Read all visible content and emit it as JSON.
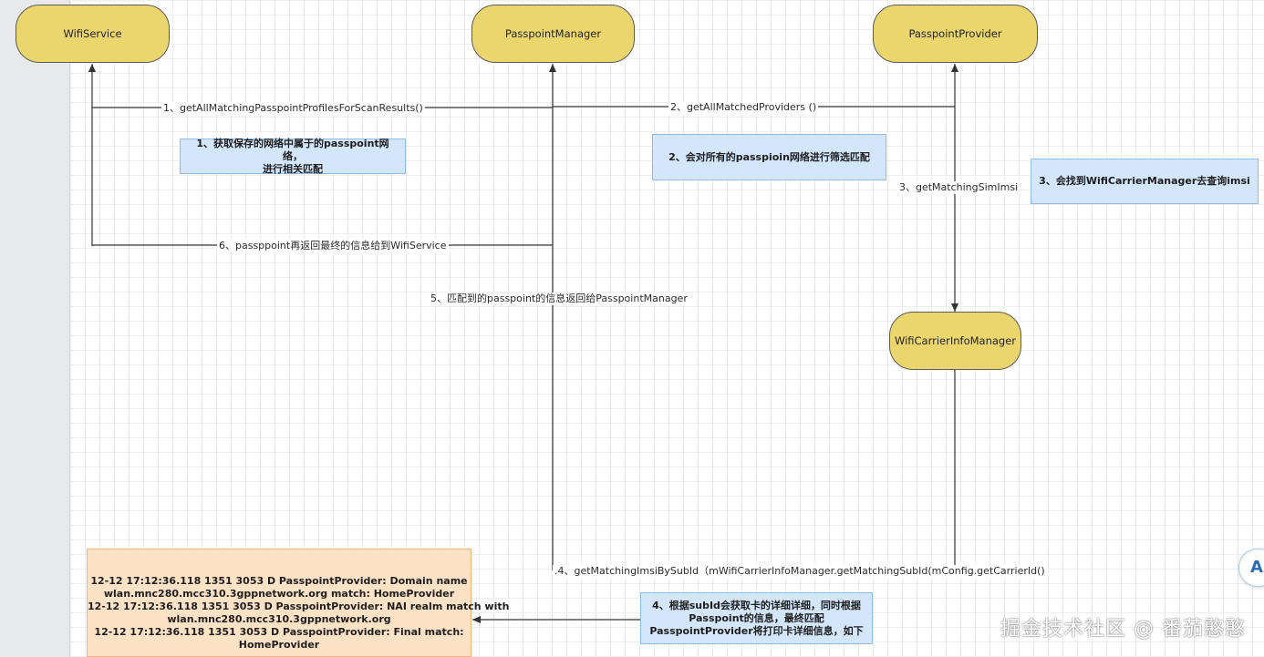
{
  "nodes": {
    "wifi_service": "WifiService",
    "passpoint_manager": "PasspointManager",
    "passpoint_provider": "PasspointProvider",
    "wifi_carrier_info_manager": "WifiCarrierInfoManager"
  },
  "edges": {
    "step1": "1、getAllMatchingPasspointProfilesForScanResults()",
    "step2": "2、getAllMatchedProviders ()",
    "step3": "3、getMatchingSimImsi",
    "step4": ".4、getMatchingImsiBySubId（mWifiCarrierInfoManager.getMatchingSubId(mConfig.getCarrierId()",
    "step5": "5、匹配到的passpoint的信息返回给PasspointManager",
    "step6": "6、passppoint再返回最终的信息给到WifiService"
  },
  "notes": {
    "note1_line1": "1、获取保存的网络中属于的passpoint网络，",
    "note1_line2": "进行相关匹配",
    "note2": "2、会对所有的passpioin网络进行筛选匹配",
    "note3": "3、会找到WifiCarrierManager去查询imsi",
    "note4_line1": "4、根据subId会获取卡的详细详细，同时根据",
    "note4_line2": "Passpoint的信息，最终匹配",
    "note4_line3": "PasspointProvider将打印卡详细信息，如下"
  },
  "log_lines": [
    "12-12 17:12:36.118  1351  3053 D PasspointProvider: Domain name",
    "wlan.mnc280.mcc310.3gppnetwork.org match: HomeProvider",
    "12-12 17:12:36.118  1351  3053 D PasspointProvider: NAI realm match with",
    "wlan.mnc280.mcc310.3gppnetwork.org",
    "12-12 17:12:36.118  1351  3053 D PasspointProvider: Final match:",
    "HomeProvider"
  ],
  "watermark": "掘金技术社区 @ 番茄憨憨",
  "ai_badge": "Ai",
  "colors": {
    "node_fill": "#ebd66d",
    "note_fill": "#d3e6fb",
    "log_fill": "#fde2c6",
    "line": "#333333"
  }
}
